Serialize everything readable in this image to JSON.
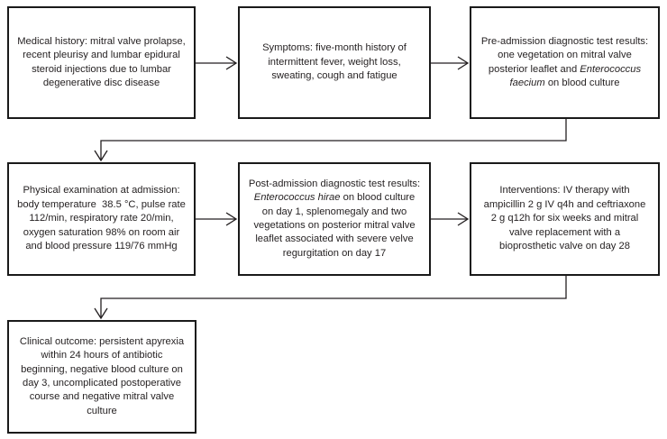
{
  "diagram": {
    "title": "Clinical case timeline flowchart",
    "background_color": "#ffffff",
    "box_border_color": "#1a1a1a",
    "text_color": "#231f20",
    "connector_color": "#231f20"
  },
  "nodes": [
    {
      "id": "medical-history",
      "label": "Medical history: mitral valve prolapse, recent pleurisy and lumbar epidural steroid injections due to lumbar degenerative disc disease",
      "row": 1,
      "column": 1
    },
    {
      "id": "symptoms",
      "label": "Symptoms: five-month history of intermittent fever, weight loss, sweating, cough and fatigue",
      "row": 1,
      "column": 2
    },
    {
      "id": "pre-admission-tests",
      "label": "Pre-admission diagnostic test results: one vegetation on mitral valve posterior leaflet and Enterococcus faecium on blood culture",
      "italic_segments": [
        "Enterococcus faecium"
      ],
      "row": 1,
      "column": 3
    },
    {
      "id": "physical-examination",
      "label": "Physical examination at admission: body temperature  38.5 °C, pulse rate 112/min, respiratory rate 20/min, oxygen saturation 98% on room air and blood pressure 119/76 mmHg",
      "row": 2,
      "column": 1
    },
    {
      "id": "post-admission-tests",
      "label": "Post-admission diagnostic test results: Enterococcus hirae on blood culture on day 1, splenomegaly and two vegetations on posterior mitral valve leaflet associated with severe velve regurgitation on day 17",
      "italic_segments": [
        "Enterococcus hirae"
      ],
      "row": 2,
      "column": 2
    },
    {
      "id": "interventions",
      "label": "Interventions: IV therapy with ampicillin 2 g IV q4h and ceftriaxone 2 g q12h for six weeks and mitral valve replacement with a bioprosthetic valve on day 28",
      "row": 2,
      "column": 3
    },
    {
      "id": "clinical-outcome",
      "label": "Clinical outcome: persistent apyrexia within 24 hours of antibiotic beginning, negative blood culture on day 3, uncomplicated postoperative course and negative mitral valve culture",
      "row": 3,
      "column": 1
    }
  ],
  "edges": [
    {
      "id": "edge-1",
      "from": "medical-history",
      "to": "symptoms",
      "type": "horizontal-arrow"
    },
    {
      "id": "edge-2",
      "from": "symptoms",
      "to": "pre-admission-tests",
      "type": "horizontal-arrow"
    },
    {
      "id": "edge-3",
      "from": "pre-admission-tests",
      "to": "physical-examination",
      "type": "wrap-down-arrow"
    },
    {
      "id": "edge-4",
      "from": "physical-examination",
      "to": "post-admission-tests",
      "type": "horizontal-arrow"
    },
    {
      "id": "edge-5",
      "from": "post-admission-tests",
      "to": "interventions",
      "type": "horizontal-arrow"
    },
    {
      "id": "edge-6",
      "from": "interventions",
      "to": "clinical-outcome",
      "type": "wrap-down-arrow"
    }
  ]
}
